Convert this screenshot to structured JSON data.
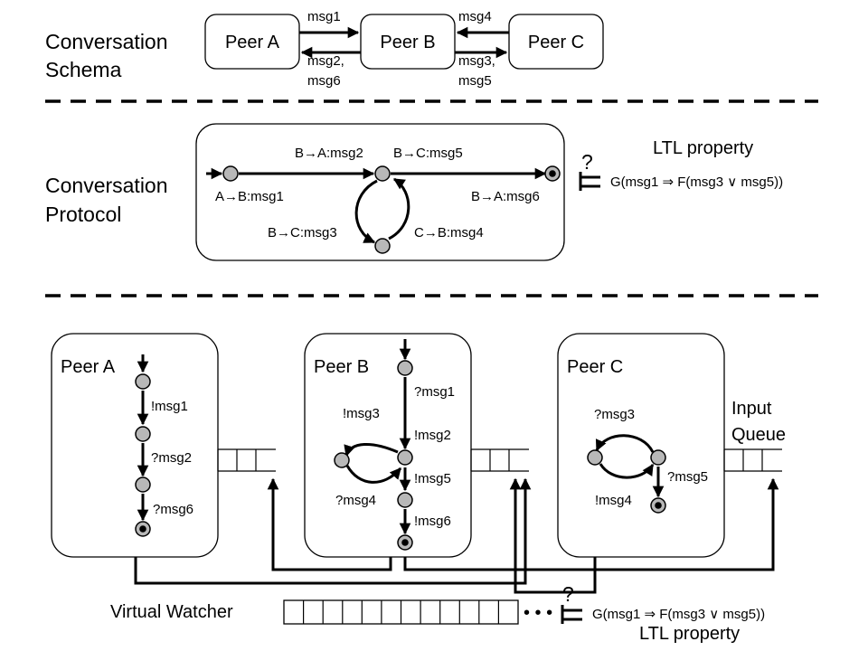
{
  "schema": {
    "title_line1": "Conversation",
    "title_line2": "Schema",
    "peers": [
      "Peer A",
      "Peer B",
      "Peer C"
    ],
    "msg_ab_top": "msg1",
    "msg_ab_bottom_1": "msg2,",
    "msg_ab_bottom_2": "msg6",
    "msg_bc_top": "msg4",
    "msg_bc_bottom_1": "msg3,",
    "msg_bc_bottom_2": "msg5"
  },
  "protocol": {
    "title_line1": "Conversation",
    "title_line2": "Protocol",
    "transitions": {
      "a_b_msg1": "A→B:msg1",
      "b_a_msg2": "B→A:msg2",
      "b_c_msg5": "B→C:msg5",
      "b_a_msg6": "B→A:msg6",
      "b_c_msg3": "B→C:msg3",
      "c_b_msg4": "C→B:msg4"
    },
    "query_mark": "?",
    "ltl_label": "LTL property",
    "ltl_formula": "G(msg1 ⇒ F(msg3 ∨ msg5))"
  },
  "peers_section": {
    "peer_a": {
      "title": "Peer A",
      "labels": [
        "!msg1",
        "?msg2",
        "?msg6"
      ]
    },
    "peer_b": {
      "title": "Peer B",
      "labels": [
        "?msg1",
        "!msg2",
        "!msg5",
        "!msg6",
        "!msg3",
        "?msg4"
      ]
    },
    "peer_c": {
      "title": "Peer C",
      "labels": [
        "?msg3",
        "?msg5",
        "!msg4"
      ]
    },
    "input_queue_line1": "Input",
    "input_queue_line2": "Queue",
    "virtual_watcher": "Virtual Watcher",
    "ellipsis": "• • •",
    "query_mark": "?",
    "ltl_formula": "G(msg1 ⇒ F(msg3 ∨ msg5))",
    "ltl_label": "LTL property"
  }
}
